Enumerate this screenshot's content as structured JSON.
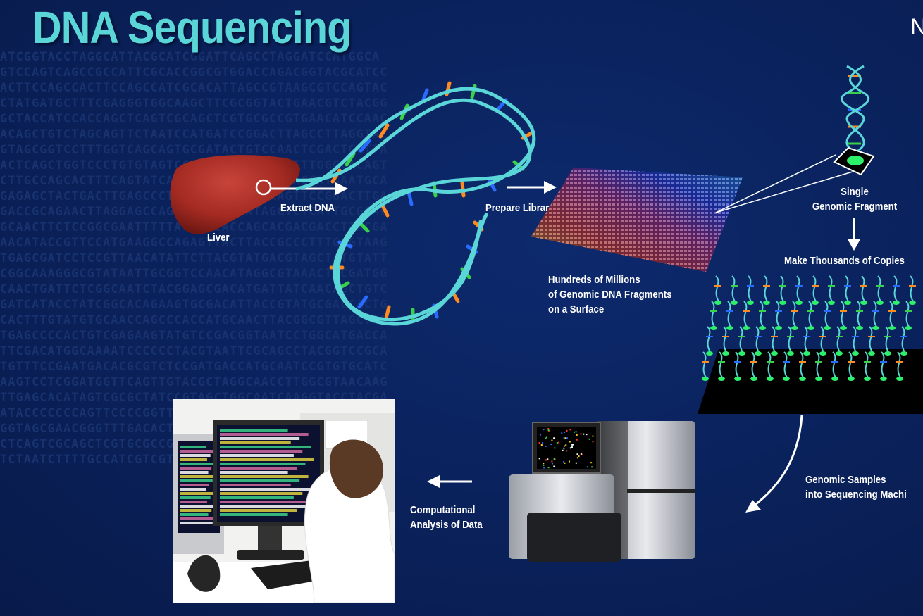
{
  "title": "DNA Sequencing",
  "corner_text": "N",
  "background_sequence": [
    "ATCGGTACCTAGGCATTACGCATCGGATTCAGCCTAGGATCCATGGCA",
    "GTCCAGTCAGCCGCCATTCGCACCGGCGTGGACCAGACGGTACGCATCC",
    "ACTTCCAGCCACTTCCAGCCATCGCACATTAGCCGTAAGCGTCCAGTAC",
    "CTATGATGCTTTCGAGGGTGGCAAGCTTCGCGGTACTGAACGTCTACGG",
    "GCTACCATCCACCAGCTCAGTCGCAGCTCGTGCGCCGTGAACATCCAAC",
    "ACAGCTGTCTAGCAGTTCTAATCCATGATCCGGACTTAGCCTTAGGTAC",
    "GTAGCGGTCCTTTGGTCAGCAGTGCGATACTGTCCAACTCGACTGGTTA",
    "ACTCAGCTGGTCCCTGTGTAGTCCGGACTTACCAGGCTTTGGCCACAGT",
    "CTTGCCAGCACTTTCAGTATCATGCATACCGGTTACGACCATGAATGCA",
    "GAGAGCTACTGACTTGAGCCCTCCCACACGTGCCAAGTTCCGGACTTGA",
    "GACCGCAGAACTTAGGAGCCAGCGGGAACAGATAGGTCTCATTGCGGAC",
    "GCAACTTCTCCGGCGAATTTTTACTGTCACCAGCACGACGACCTTACGA",
    "AACATACCGTTCCATGAAGGCCAGAGTTACTTACCGCCCTTTGCGTAAG",
    "TGAGCGATCCTCCGTTAACATATTCTTACGTATGACGTAGCTATGTATT",
    "CGGCAAAGGGCGTATAATTGCGGTCCAACATAGGCGTAAACTACGATGG",
    "CAACTGATTCTCGGCAATCTACGGAGCGACATGATTATCAACAGCTGTC",
    "GATCATACCTATCGGCACAGAAGTGCGACATTACCGTATGCGACCACTG",
    "CACTTTGTATGTGCAACCAGCCCACCATGCAACTTACGGCGTTAGCTAG",
    "TGAGCCCCACTGTCGAGAAGTATGTCCGACGGTAATCCTGGCATGACCA",
    "TTCGACATGGCAAAATCCCCCCTACGTAATTCGCAGCCTACGGTCCGCA",
    "TGTTTCCGAATGACACGCGTCTCCGATGACCATGCAATCCGTGTGCATC",
    "AAGTCCTCGGATGGTTCAGTTGTACGCTAGGCAACCTTGGCGTAACAAG",
    "TTGAGCACATAGTCGCGCTATCCGTAGCTGGCAATCAAGGTACCTACGA",
    "ATACCCCCCCAGTTCCCCGGTTATCGTACCGACTTAGCGTACATATCCT",
    "GGTAGCGAACGGGTTTGACACTTCCTGAAGCAGGCTTACCAATTGCGGT",
    "CTCAGTCGCAGCTCGTGCGCCGTGAACATCCAACTAGCAGTCTACGGAG",
    "TCTAATCTTTTGCCATCGTCGTAAAACCCTCCAAGAGATTCGATACCTA"
  ],
  "labels": {
    "liver": "Liver",
    "extract_dna": "Extract DNA",
    "prepare_library": "Prepare Library",
    "fragments_1": "Hundreds of Millions",
    "fragments_2": "of Genomic DNA Fragments",
    "fragments_3": "on a Surface",
    "single_1": "Single",
    "single_2": "Genomic Fragment",
    "copies": "Make Thousands of Copies",
    "samples_1": "Genomic Samples",
    "samples_2": "into Sequencing Machi",
    "analysis_1": "Computational",
    "analysis_2": "Analysis of Data"
  },
  "colors": {
    "title": "#5ad6d8",
    "helix": "#5ad6d8",
    "base_orange": "#ff8a1f",
    "base_green": "#3ad14a",
    "base_blue": "#2a6bff",
    "base_cyan": "#4fe0e8",
    "liver": "#a32a22",
    "fragment_green": "#2cf06a"
  },
  "icons": {
    "analysis_photo": "scientist-at-computer-image",
    "sequencer": "sequencing-machine-image"
  }
}
